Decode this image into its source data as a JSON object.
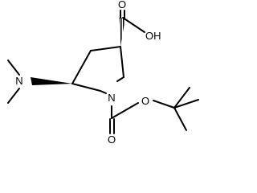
{
  "molecule": {
    "atoms": {
      "o_carbonyl_acid": "O",
      "oh_acid": "OH",
      "n_dimethyl": "N",
      "n_ring": "N",
      "o_carbonyl_boc": "O",
      "o_ester_boc": "O"
    }
  }
}
